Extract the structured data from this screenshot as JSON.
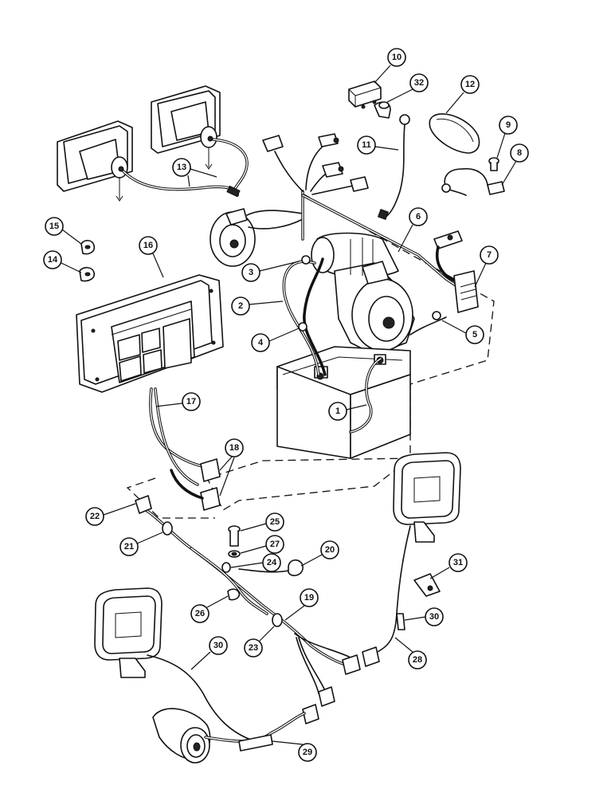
{
  "callouts": [
    {
      "label": "1"
    },
    {
      "label": "2"
    },
    {
      "label": "3"
    },
    {
      "label": "4"
    },
    {
      "label": "5"
    },
    {
      "label": "6"
    },
    {
      "label": "7"
    },
    {
      "label": "8"
    },
    {
      "label": "9"
    },
    {
      "label": "10"
    },
    {
      "label": "11"
    },
    {
      "label": "12"
    },
    {
      "label": "13"
    },
    {
      "label": "14"
    },
    {
      "label": "15"
    },
    {
      "label": "16"
    },
    {
      "label": "17"
    },
    {
      "label": "18"
    },
    {
      "label": "19"
    },
    {
      "label": "20"
    },
    {
      "label": "21"
    },
    {
      "label": "22"
    },
    {
      "label": "23"
    },
    {
      "label": "24"
    },
    {
      "label": "25"
    },
    {
      "label": "26"
    },
    {
      "label": "27"
    },
    {
      "label": "28"
    },
    {
      "label": "29"
    },
    {
      "label": "30"
    },
    {
      "label": "30"
    },
    {
      "label": "31"
    },
    {
      "label": "32"
    }
  ]
}
